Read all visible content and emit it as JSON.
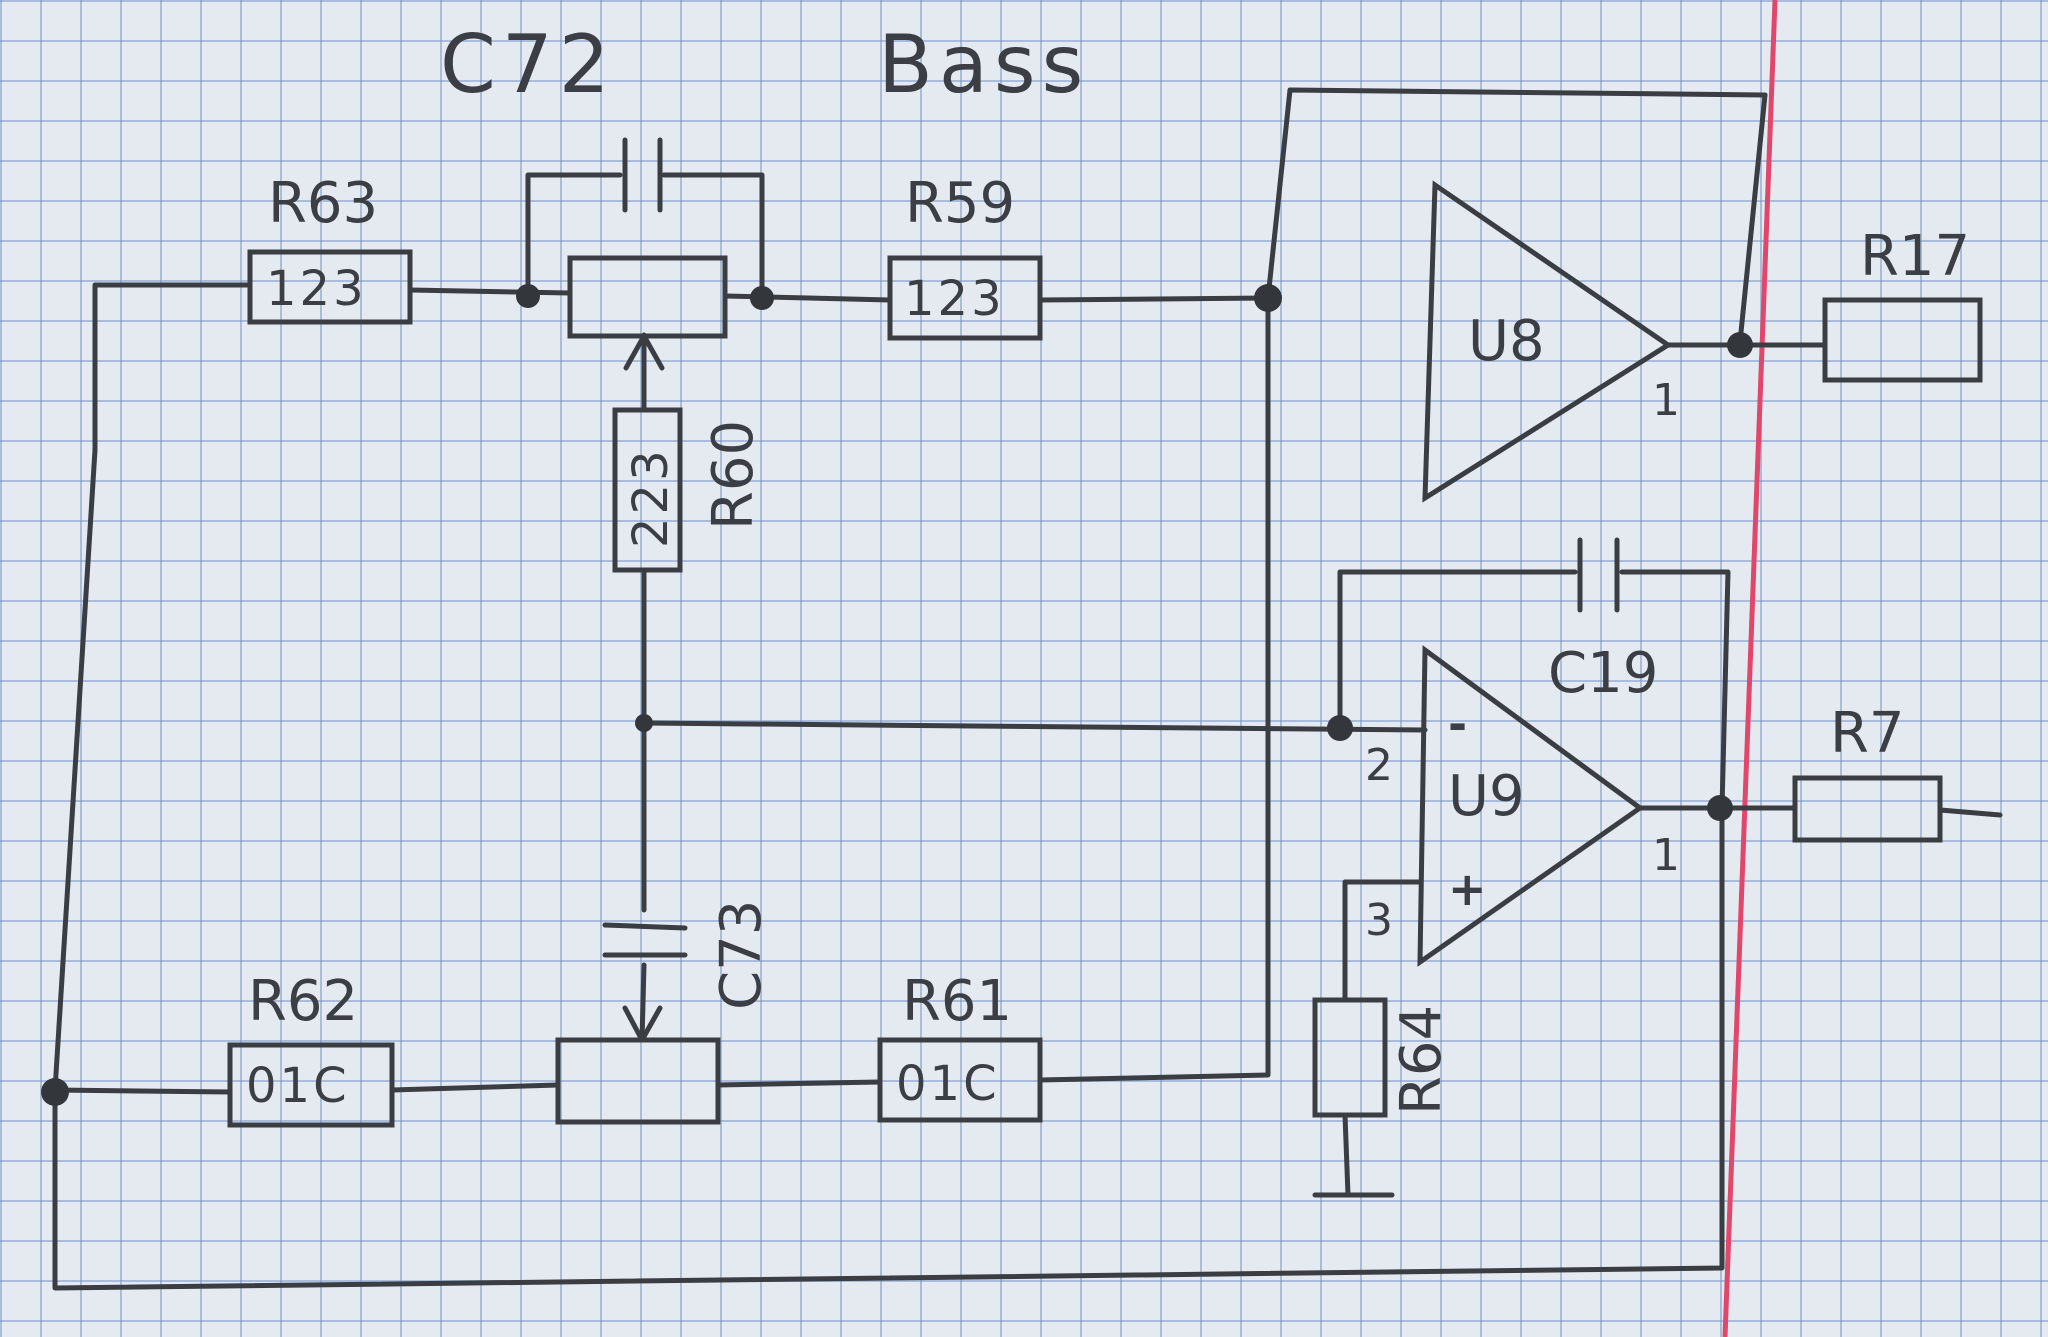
{
  "labels": {
    "c72": "C72",
    "bass": "Bass",
    "r63": "R63",
    "r59": "R59",
    "r60": "R60",
    "r17": "R17",
    "r7": "R7",
    "r62": "R62",
    "r61": "R61",
    "r64": "R64",
    "c73": "C73",
    "c19": "C19",
    "u8": "U8",
    "u9": "U9"
  },
  "values": {
    "r63": "123",
    "r59": "123",
    "r60": "223",
    "r62": "01C",
    "r61": "01C"
  },
  "pins": {
    "u8_out": "1",
    "u9_out": "1",
    "u9_inv": "2",
    "u9_noninv": "3",
    "minus": "-",
    "plus": "+"
  },
  "colors": {
    "paper": "#e4eaf0",
    "grid": "#7896c8",
    "pencil": "#3a3d42",
    "margin_line": "#e0476a"
  }
}
